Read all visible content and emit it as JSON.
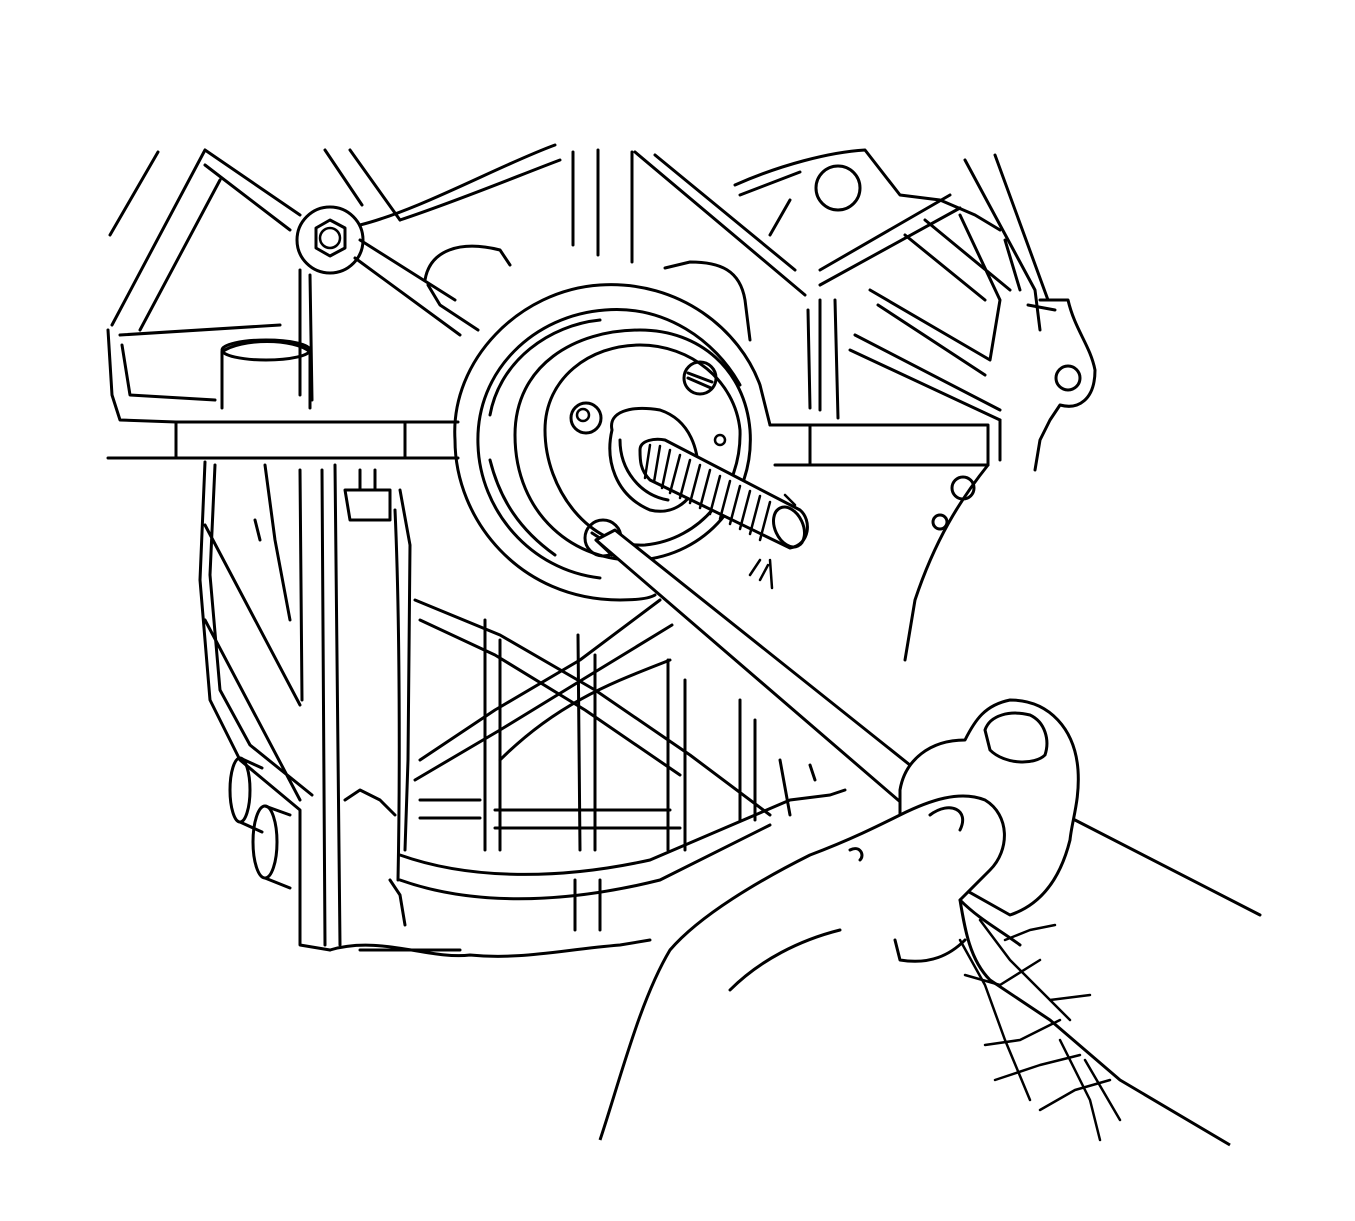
{
  "figure": {
    "kind": "technical line illustration",
    "colors": {
      "line": "#000000",
      "background": "#ffffff"
    },
    "parts": [
      "engine-block-housing",
      "seal-installer-tool",
      "threaded-rod",
      "screwdriver",
      "hand"
    ]
  }
}
